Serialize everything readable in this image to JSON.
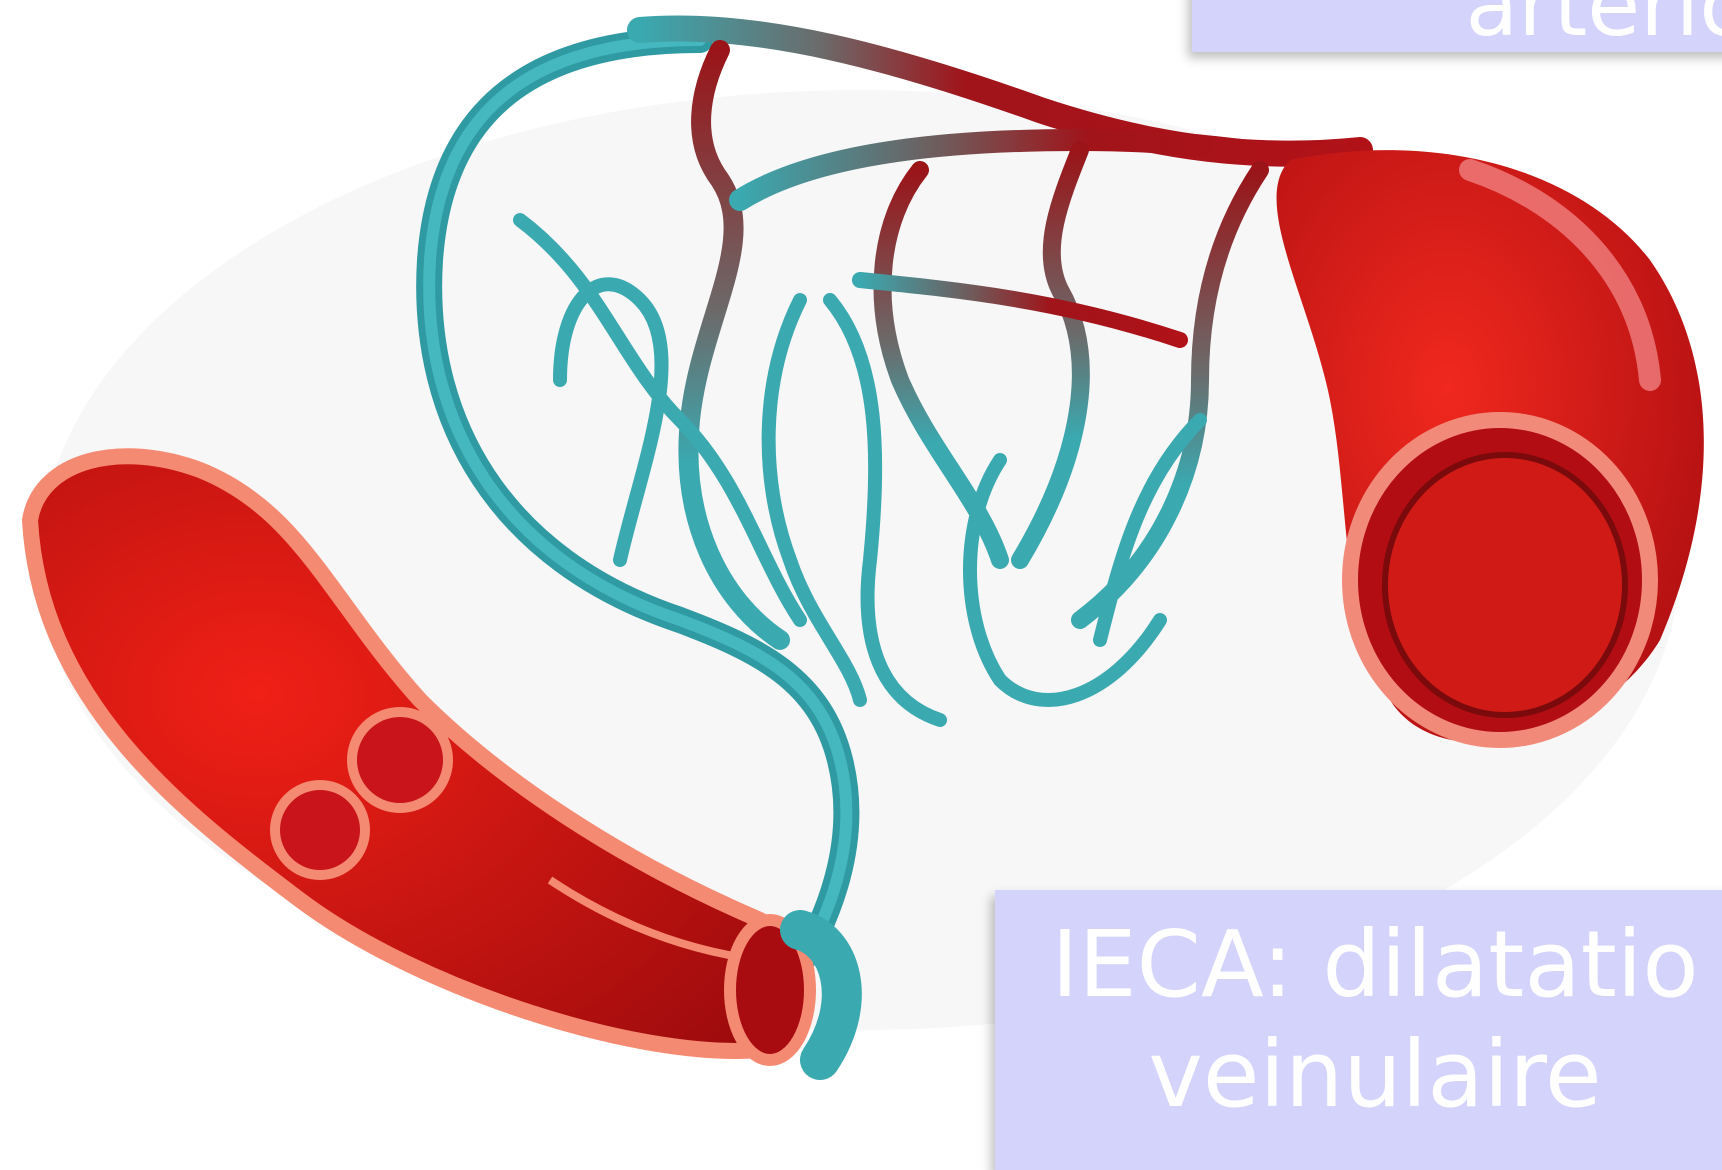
{
  "captions": {
    "top": "arterio",
    "bottom_line1": "IECA: dilatatio",
    "bottom_line2": "veinulaire"
  },
  "colors": {
    "artery_red": "#c8141a",
    "artery_dark": "#8a0a0e",
    "vein_teal": "#3aa9b0",
    "caption_bg": "#d3d3fb",
    "caption_text": "#ffffff"
  },
  "icons": [
    "capillary-bed-illustration",
    "arteriole-icon",
    "venule-icon"
  ]
}
